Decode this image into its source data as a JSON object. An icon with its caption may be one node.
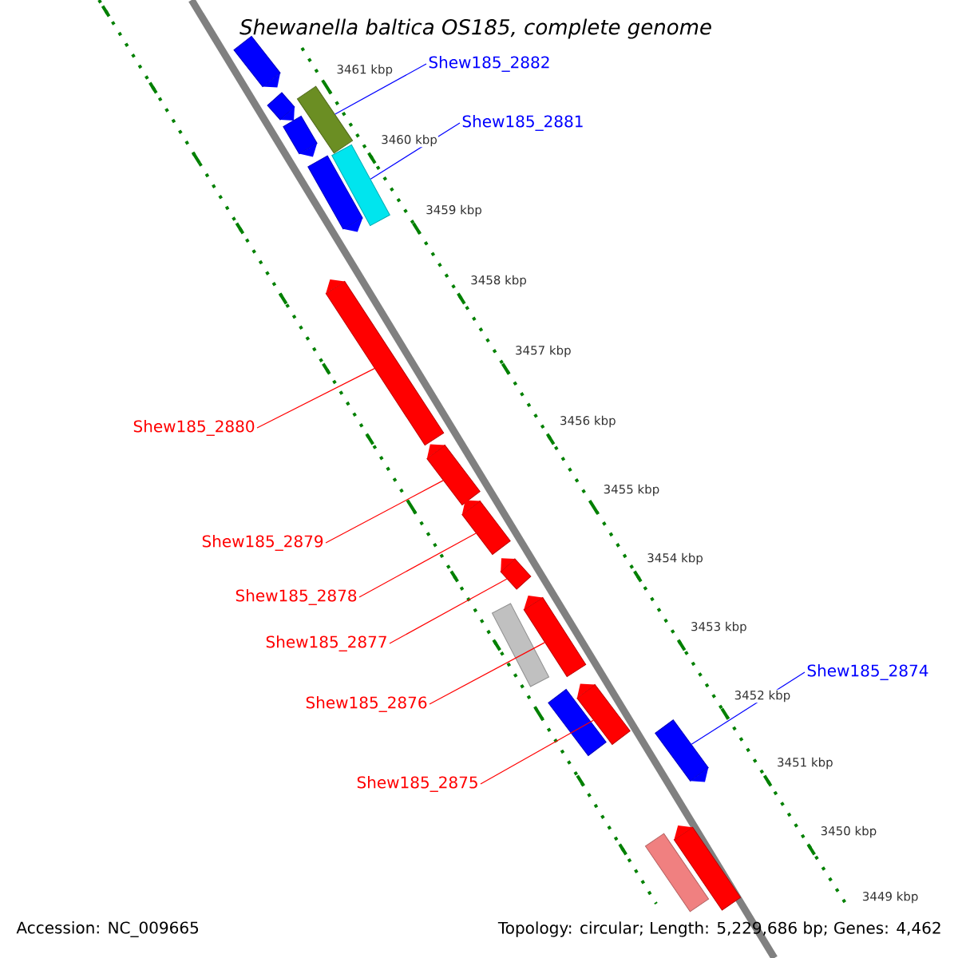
{
  "diagram": {
    "title": "*Shewanella baltica* OS185, complete genome",
    "nodes": [
      {
        "text": [],
        "shape": "bar"
      },
      {
        "text": [
          "Shew185_2882"
        ]
      },
      {
        "text": [],
        "shape": "bar"
      },
      {
        "text": [],
        "shape": "bar"
      },
      {
        "text": [
          "Shew185_2881"
        ]
      },
      {
        "text": [],
        "shape": "bar"
      },
      {
        "text": [],
        "shape": "bar"
      },
      {
        "text": [],
        "shape": "bar"
      },
      {
        "text": [],
        "shape": "bar"
      },
      {
        "text": [
          "Shew185_2880"
        ]
      },
      {
        "text": [],
        "shape": "bar"
      },
      {
        "text": [
          "Shew185_2879"
        ]
      },
      {
        "text": [],
        "shape": "bar"
      },
      {
        "text": [
          "Shew185_2878"
        ]
      },
      {
        "text": [],
        "shape": "bar"
      },
      {
        "text": [],
        "shape": "bar"
      },
      {
        "text": [
          "Shew185_2877"
        ]
      },
      {
        "text": [],
        "shape": "bar"
      },
      {
        "text": [
          "Shew185_2876"
        ]
      },
      {
        "text": [],
        "shape": "bar"
      },
      {
        "text": [],
        "shape": "bar"
      },
      {
        "text": [
          "Shew185_2874"
        ]
      },
      {
        "text": [],
        "shape": "bar"
      },
      {
        "text": [
          "Shew185_2875"
        ]
      },
      {
        "text": [],
        "shape": "bar"
      },
      {
        "text": [],
        "shape": "bar"
      }
    ],
    "edges": [
      {
        "from": 1,
        "to": 2,
        "arrow": "none",
        "color": "#0000ff"
      },
      {
        "from": 4,
        "to": 6,
        "arrow": "none",
        "color": "#0000ff"
      },
      {
        "from": 9,
        "to": 8,
        "arrow": "none"
      },
      {
        "from": 11,
        "to": 10,
        "arrow": "none"
      },
      {
        "from": 13,
        "to": 12,
        "arrow": "none"
      },
      {
        "from": 16,
        "to": 14,
        "arrow": "none"
      },
      {
        "from": 18,
        "to": 17,
        "arrow": "none"
      },
      {
        "from": 23,
        "to": 20,
        "arrow": "none"
      },
      {
        "from": 21,
        "to": 22,
        "arrow": "none",
        "color": "#0000ff"
      }
    ],
    "labels": [
      "3461 kbp",
      "3460 kbp",
      "3459 kbp",
      "3458 kbp",
      "3457 kbp",
      "3456 kbp",
      "3455 kbp",
      "3454 kbp",
      "3453 kbp",
      "3452 kbp",
      "3451 kbp",
      "3450 kbp",
      "3449 kbp",
      "Accession: NC_009665",
      "Topology: circular; Length: 5,229,686 bp; Genes: 4,462"
    ]
  }
}
